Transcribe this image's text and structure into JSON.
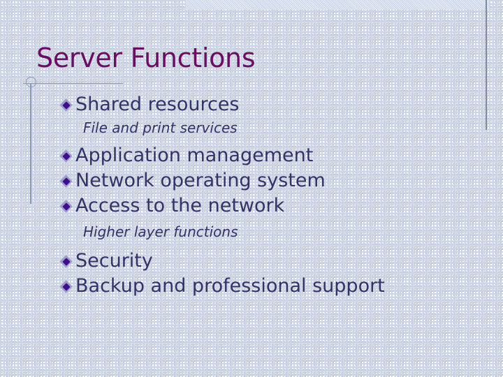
{
  "slide": {
    "title": "Server Functions",
    "title_color": "#6B0D63",
    "body_color": "#333366",
    "background_color": "#FFFFFF",
    "grid_minor_color": "#E2E7F1",
    "grid_major_color": "#CCD5E6",
    "accent_rule_color": "#8C98B8",
    "bullet_outer_color": "#9C9CCB",
    "bullet_inner_color": "#3D0F8C",
    "top_bar_color": "#C3D0E6"
  },
  "decorations": {
    "top_bar_name": "top-texture-bar",
    "right_rule_name": "right-vertical-rule",
    "accent_circle_name": "accent-circle",
    "accent_hline_name": "accent-horizontal-rule",
    "accent_vline_name": "accent-vertical-rule"
  },
  "content": {
    "items": [
      {
        "level": 1,
        "text": "Shared resources",
        "bullet": "diamond-bullet-icon"
      },
      {
        "level": 2,
        "text": "File and print services",
        "bullet": "none"
      },
      {
        "level": 1,
        "text": "Application management",
        "bullet": "diamond-bullet-icon"
      },
      {
        "level": 1,
        "text": "Network operating system",
        "bullet": "diamond-bullet-icon"
      },
      {
        "level": 1,
        "text": "Access to the network",
        "bullet": "diamond-bullet-icon"
      },
      {
        "level": 2,
        "text": "Higher layer functions",
        "bullet": "none"
      },
      {
        "level": 1,
        "text": "Security",
        "bullet": "diamond-bullet-icon"
      },
      {
        "level": 1,
        "text": "Backup and professional support",
        "bullet": "diamond-bullet-icon"
      }
    ]
  }
}
